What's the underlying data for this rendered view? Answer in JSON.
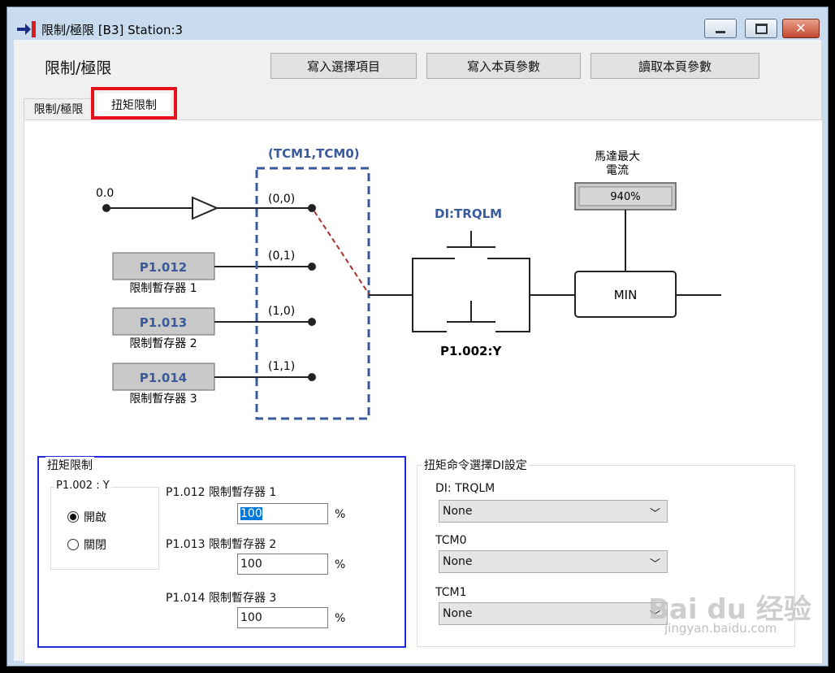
{
  "window": {
    "title": "限制/極限 [B3] Station:3",
    "icon": "station-icon"
  },
  "header": {
    "page_title": "限制/極限",
    "buttons": [
      "寫入選擇項目",
      "寫入本頁參數",
      "讀取本頁參數"
    ]
  },
  "tabs": [
    {
      "label": "限制/極限",
      "active": false
    },
    {
      "label": "扭矩限制",
      "active": true
    }
  ],
  "diagram": {
    "switch_header": "(TCM1,TCM0)",
    "input_value": "0.0",
    "registers": [
      {
        "code": "P1.012",
        "caption": "限制暫存器 1"
      },
      {
        "code": "P1.013",
        "caption": "限制暫存器 2"
      },
      {
        "code": "P1.014",
        "caption": "限制暫存器 3"
      }
    ],
    "positions": [
      "(0,0)",
      "(0,1)",
      "(1,0)",
      "(1,1)"
    ],
    "di_label": "DI:TRQLM",
    "p1002_label": "P1.002:Y",
    "motor_label_line1": "馬達最大",
    "motor_label_line2": "電流",
    "motor_value": "940%",
    "min_label": "MIN"
  },
  "torque_limit": {
    "title": "扭矩限制",
    "p1002_group": {
      "title": "P1.002 : Y",
      "options": [
        {
          "label": "開啟",
          "checked": true
        },
        {
          "label": "關閉",
          "checked": false
        }
      ]
    },
    "fields": [
      {
        "label": "P1.012 限制暫存器 1",
        "value": "100",
        "unit": "%"
      },
      {
        "label": "P1.013 限制暫存器 2",
        "value": "100",
        "unit": "%"
      },
      {
        "label": "P1.014 限制暫存器 3",
        "value": "100",
        "unit": "%"
      }
    ]
  },
  "di_setting": {
    "title": "扭矩命令選擇DI設定",
    "selects": [
      {
        "label": "DI: TRQLM",
        "value": "None"
      },
      {
        "label": "TCM0",
        "value": "None"
      },
      {
        "label": "TCM1",
        "value": "None"
      }
    ]
  },
  "watermark": {
    "brand": "Bai du 经验",
    "url": "jingyan.baidu.com"
  },
  "colors": {
    "accent_blue": "#3a5a9c",
    "highlight_red": "#e8101b",
    "group_blue": "#1f2bd6"
  }
}
